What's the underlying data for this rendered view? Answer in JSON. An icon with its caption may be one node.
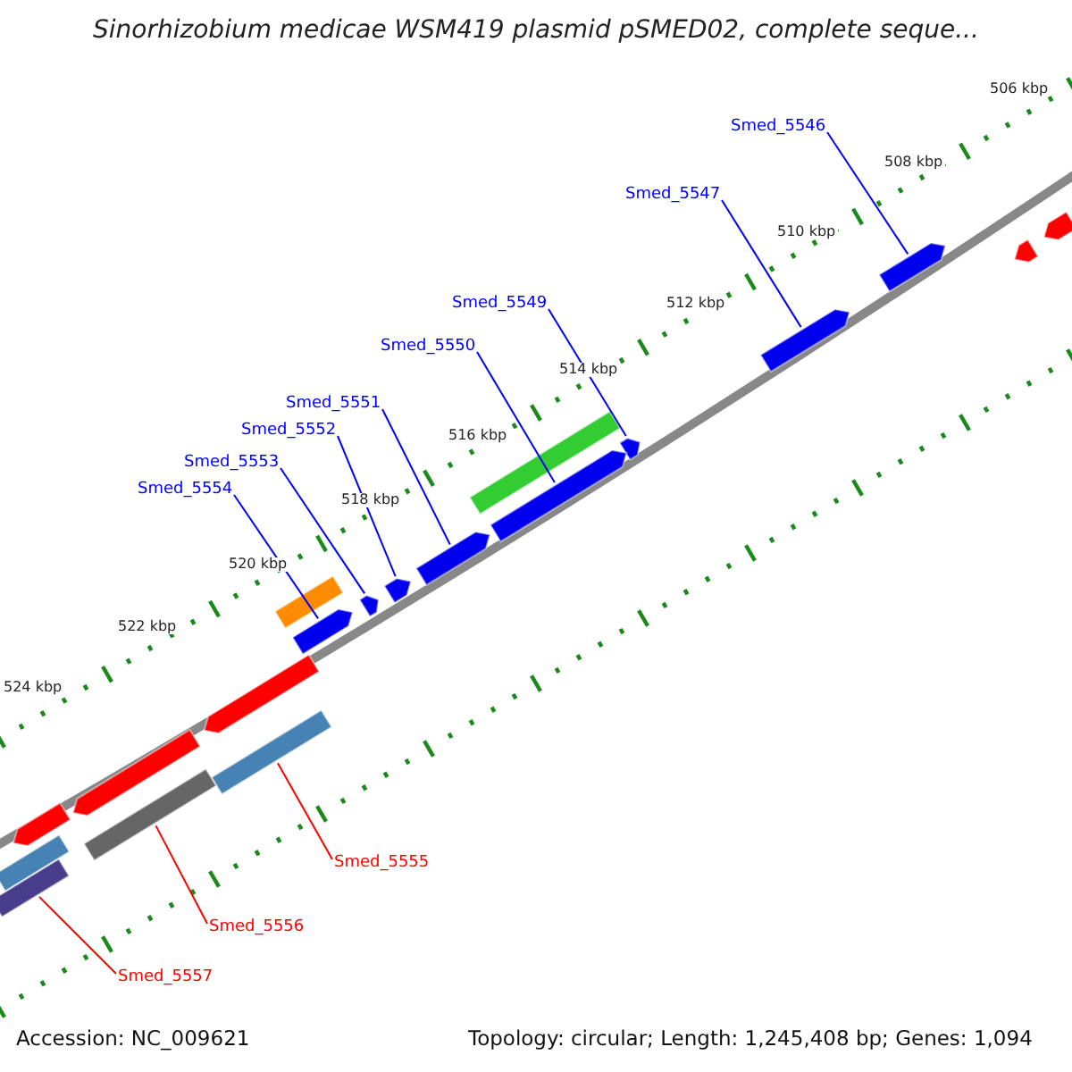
{
  "diagram": {
    "title": "Sinorhizobium medicae WSM419 plasmid pSMED02, complete seque...",
    "nodes": [
      {
        "text": [
          "Smed_5546"
        ]
      },
      {
        "text": [
          "Smed_5547"
        ]
      },
      {
        "text": [
          "Smed_5549"
        ]
      },
      {
        "text": [
          "Smed_5550"
        ]
      },
      {
        "text": [
          "Smed_5551"
        ]
      },
      {
        "text": [
          "Smed_5552"
        ]
      },
      {
        "text": [
          "Smed_5553"
        ]
      },
      {
        "text": [
          "Smed_5554"
        ]
      },
      {
        "text": [
          "Smed_5555"
        ]
      },
      {
        "text": [
          "Smed_5556"
        ]
      },
      {
        "text": [
          "Smed_5557"
        ]
      },
      {
        "text": [],
        "shape": "bar"
      },
      {
        "text": [],
        "shape": "bar"
      },
      {
        "text": [],
        "shape": "bar"
      },
      {
        "text": [],
        "shape": "bar"
      },
      {
        "text": [],
        "shape": "bar"
      },
      {
        "text": [],
        "shape": "bar"
      },
      {
        "text": [],
        "shape": "bar"
      },
      {
        "text": [],
        "shape": "bar"
      },
      {
        "text": [],
        "shape": "bar"
      },
      {
        "text": [],
        "shape": "bar"
      },
      {
        "text": [],
        "shape": "bar"
      },
      {
        "text": [],
        "shape": "bar"
      },
      {
        "text": [],
        "shape": "bar"
      },
      {
        "text": [],
        "shape": "bar"
      },
      {
        "text": [],
        "shape": "bar"
      },
      {
        "text": [],
        "shape": "bar"
      },
      {
        "text": [],
        "shape": "bar"
      },
      {
        "text": [],
        "shape": "bar"
      },
      {
        "text": [],
        "shape": "bar"
      }
    ],
    "edges": [
      {
        "from": 0,
        "to": 11,
        "arrow": "none"
      },
      {
        "from": 1,
        "to": 12,
        "arrow": "none"
      },
      {
        "from": 2,
        "to": 13,
        "arrow": "none"
      },
      {
        "from": 3,
        "to": 15,
        "arrow": "none"
      },
      {
        "from": 4,
        "to": 16,
        "arrow": "none"
      },
      {
        "from": 5,
        "to": 17,
        "arrow": "none"
      },
      {
        "from": 6,
        "to": 18,
        "arrow": "none"
      },
      {
        "from": 7,
        "to": 20,
        "arrow": "none"
      },
      {
        "from": 8,
        "to": 26,
        "arrow": "none",
        "color": "#ff0000"
      },
      {
        "from": 9,
        "to": 27,
        "arrow": "none",
        "color": "#ff0000"
      },
      {
        "from": 10,
        "to": 29,
        "arrow": "none",
        "color": "#ff0000"
      }
    ],
    "labels": [
      "506 kbp",
      "508 kbp",
      "510 kbp",
      "512 kbp",
      "514 kbp",
      "516 kbp",
      "518 kbp",
      "520 kbp",
      "522 kbp",
      "524 kbp",
      "Accession: NC_009621",
      "Topology: circular; Length: 1,245,408 bp; Genes: 1,094"
    ]
  }
}
